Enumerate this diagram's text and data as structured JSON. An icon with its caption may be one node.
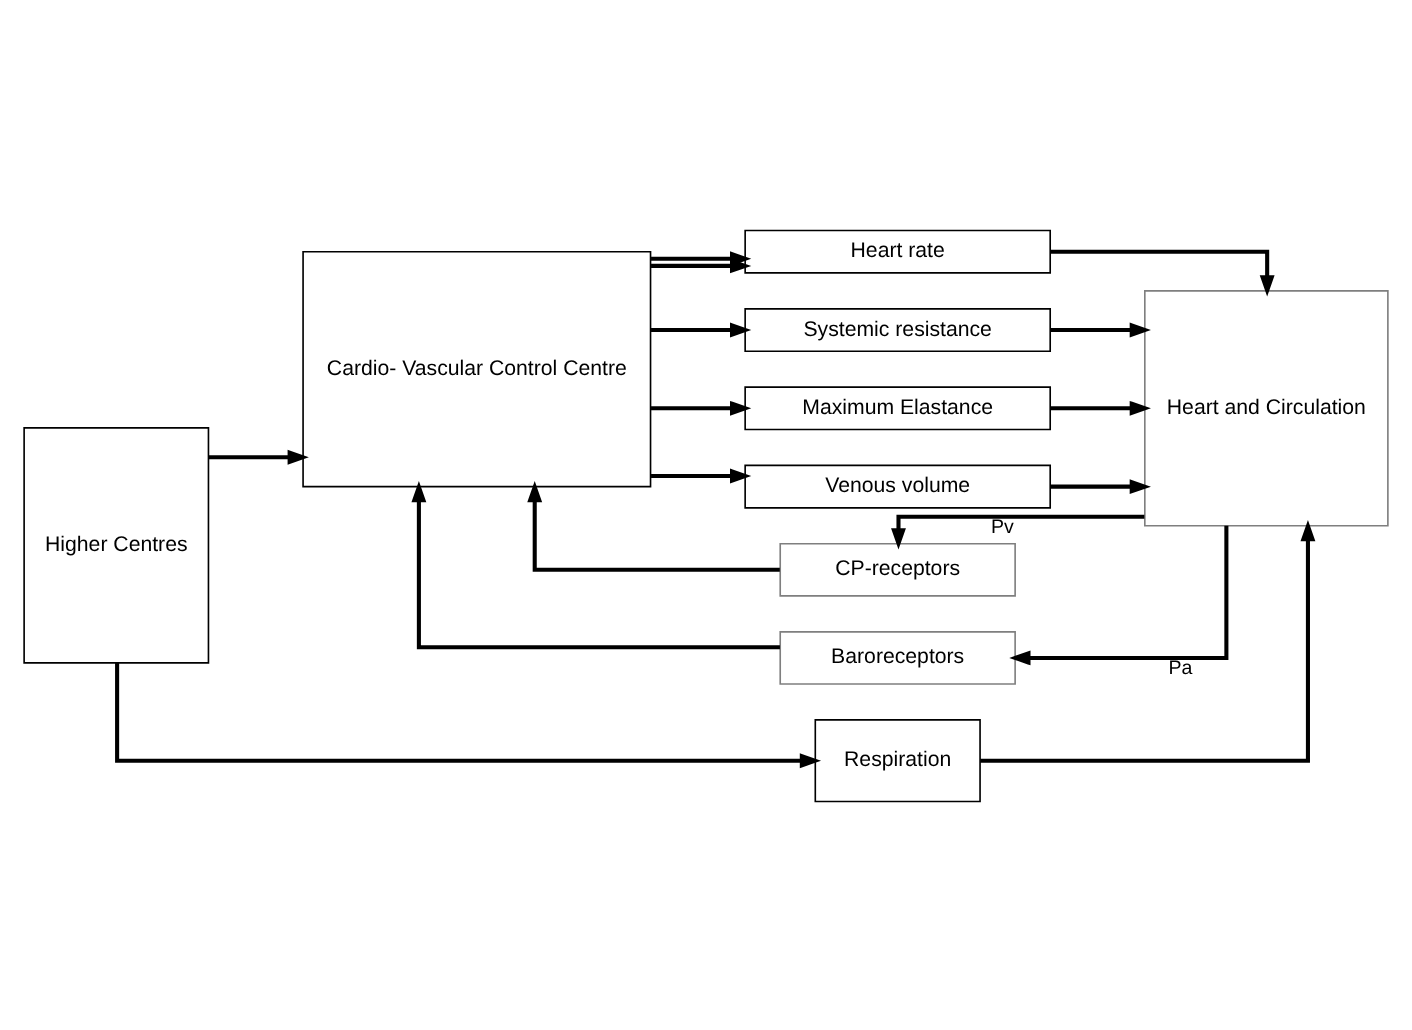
{
  "diagram": {
    "nodes": [
      {
        "text": [
          "Higher Centres"
        ]
      },
      {
        "text": [
          "Cardio- Vascular Control Centre"
        ]
      },
      {
        "text": [
          "CP-receptors"
        ]
      },
      {
        "text": [
          "Heart rate"
        ]
      },
      {
        "text": [
          "Systemic resistance"
        ]
      },
      {
        "text": [
          "Maximum Elastance"
        ]
      },
      {
        "text": [
          "Venous volume"
        ]
      },
      {
        "text": [
          "Heart and Circulation"
        ]
      },
      {
        "text": [
          "Baroreceptors"
        ]
      },
      {
        "text": [
          "Respiration"
        ]
      }
    ],
    "edges": [
      {
        "from": 0,
        "to": 1,
        "arrow": "to"
      },
      {
        "from": 1,
        "to": 3,
        "arrow": "to"
      },
      {
        "from": 1,
        "to": 3,
        "arrow": "to"
      },
      {
        "from": 1,
        "to": 4,
        "arrow": "to"
      },
      {
        "from": 1,
        "to": 5,
        "arrow": "to"
      },
      {
        "from": 1,
        "to": 6,
        "arrow": "to"
      },
      {
        "from": 3,
        "to": 7,
        "arrow": "to"
      },
      {
        "from": 4,
        "to": 7,
        "arrow": "to"
      },
      {
        "from": 5,
        "to": 7,
        "arrow": "to"
      },
      {
        "from": 6,
        "to": 7,
        "arrow": "to"
      },
      {
        "from": 7,
        "to": 2,
        "arrow": "to",
        "label": "Pv"
      },
      {
        "from": 2,
        "to": 1,
        "arrow": "to"
      },
      {
        "from": 7,
        "to": 8,
        "arrow": "to",
        "label": "Pa"
      },
      {
        "from": 8,
        "to": 1,
        "arrow": "to"
      },
      {
        "from": 0,
        "to": 9,
        "arrow": "to"
      },
      {
        "from": 9,
        "to": 7,
        "arrow": "to"
      }
    ]
  }
}
